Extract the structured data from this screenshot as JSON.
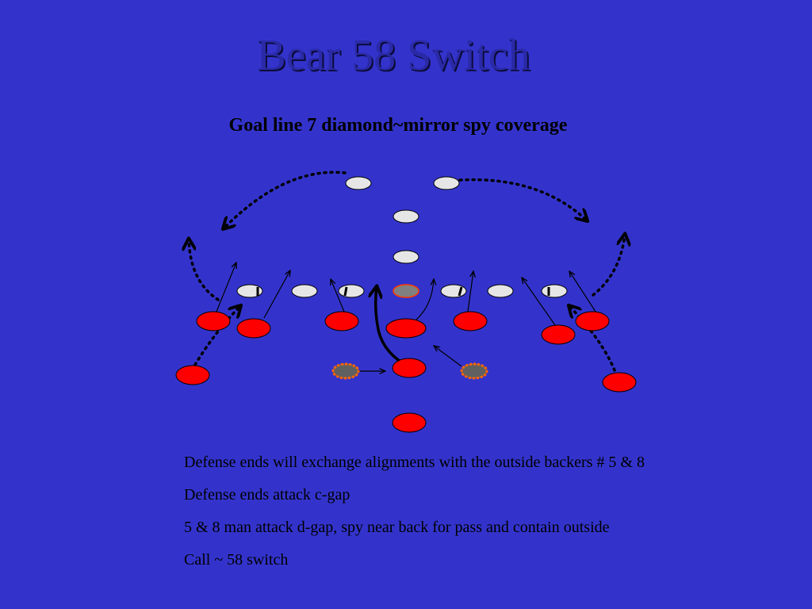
{
  "slide": {
    "title": "Bear 58 Switch",
    "subtitle": "Goal line 7 diamond~mirror spy coverage"
  },
  "notes": [
    "Defense ends will exchange alignments with the outside backers # 5 & 8",
    "Defense ends attack c-gap",
    "5 & 8 man attack d-gap, spy near back for pass and contain outside",
    "Call ~ 58 switch"
  ],
  "colors": {
    "background": "#3333cc",
    "defender": "#ff0000",
    "offense": "#e6e6e6",
    "center": "#808080",
    "blitz_marker": "#606060",
    "blitz_dots": "#ff6600"
  }
}
